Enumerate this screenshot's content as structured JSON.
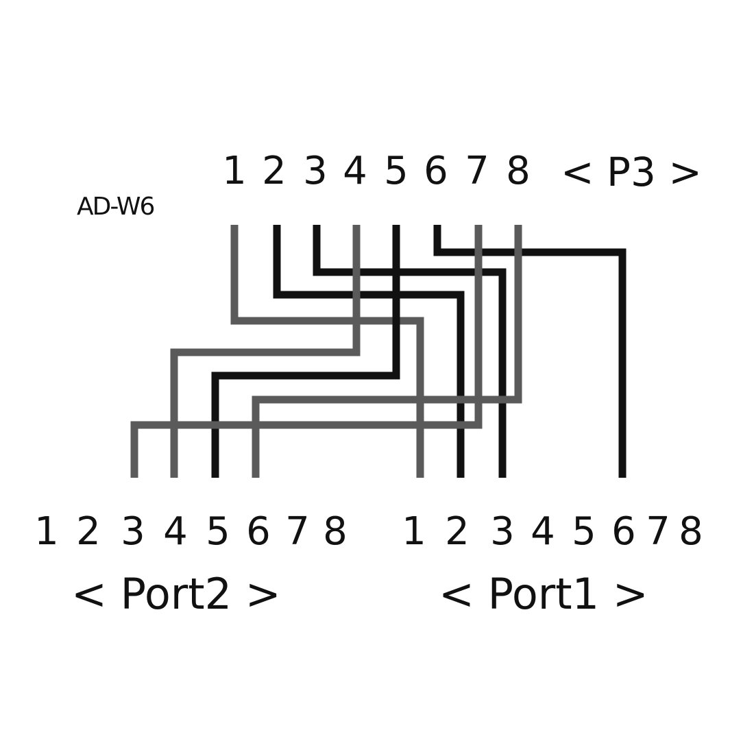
{
  "model_label": "AD-W6",
  "p3": {
    "pins": [
      "1",
      "2",
      "3",
      "4",
      "5",
      "6",
      "7",
      "8"
    ],
    "label": "< P3 >"
  },
  "port2": {
    "pins": [
      "1",
      "2",
      "3",
      "4",
      "5",
      "6",
      "7",
      "8"
    ],
    "label": "< Port2 >"
  },
  "port1": {
    "pins": [
      "1",
      "2",
      "3",
      "4",
      "5",
      "6",
      "7",
      "8"
    ],
    "label": "< Port1 >"
  },
  "connections": [
    {
      "from": "P3-1",
      "to": "Port1-1",
      "color": "#5a5a5a"
    },
    {
      "from": "P3-2",
      "to": "Port1-2",
      "color": "#111111"
    },
    {
      "from": "P3-3",
      "to": "Port1-3",
      "color": "#111111"
    },
    {
      "from": "P3-4",
      "to": "Port2-2",
      "color": "#5a5a5a"
    },
    {
      "from": "P3-5",
      "to": "Port2-3",
      "color": "#111111"
    },
    {
      "from": "P3-6",
      "to": "Port1-6",
      "color": "#111111"
    },
    {
      "from": "P3-7",
      "to": "Port2-1",
      "color": "#5a5a5a"
    },
    {
      "from": "P3-8",
      "to": "Port2-4",
      "color": "#5a5a5a"
    }
  ]
}
